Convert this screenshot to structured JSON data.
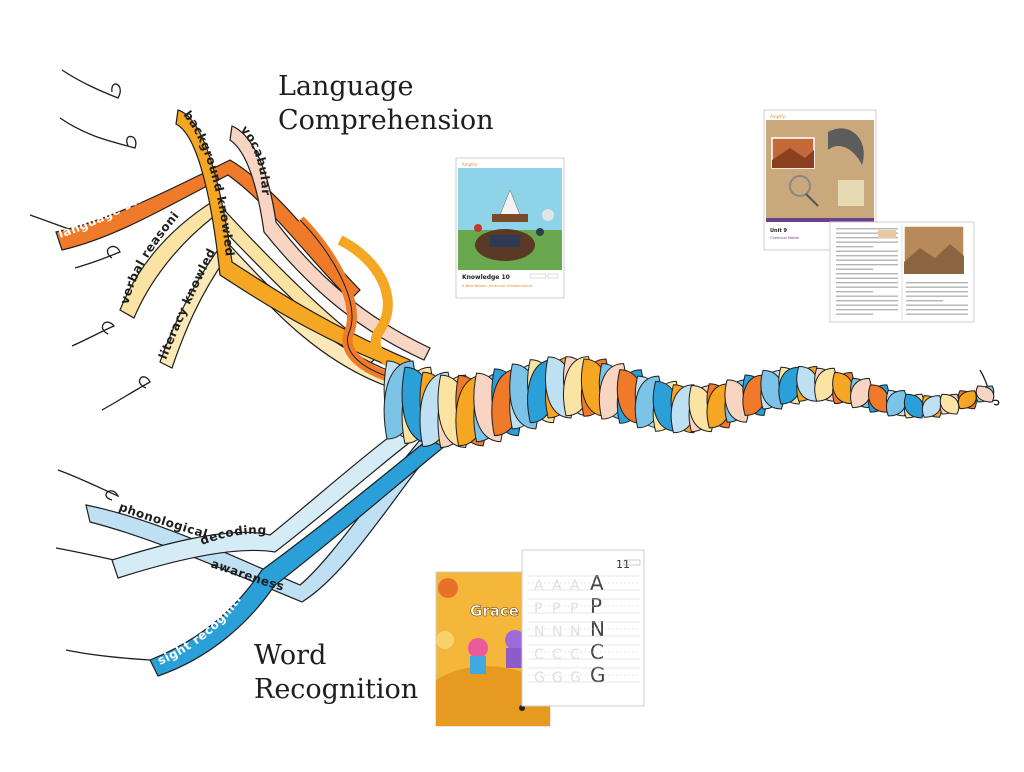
{
  "headings": {
    "language_comprehension": [
      "Language",
      "Comprehension"
    ],
    "word_recognition": [
      "Word",
      "Recognition"
    ]
  },
  "strands": {
    "language_comprehension": [
      {
        "label": "language structure",
        "color": "#ee7a2a"
      },
      {
        "label": "background knowledge",
        "color": "#f5a623"
      },
      {
        "label": "vocabulary",
        "color": "#f8d5c2"
      },
      {
        "label": "verbal reasoning",
        "color": "#fbe3a4"
      },
      {
        "label": "literacy knowledge",
        "color": "#fde8b8"
      }
    ],
    "word_recognition": [
      {
        "label": "phonological",
        "color": "#bfe0f2"
      },
      {
        "label": "awareness",
        "color": "#bfe0f2"
      },
      {
        "label": "decoding",
        "color": "#d5ebf6"
      },
      {
        "label": "sight recognition",
        "color": "#2a9fd8"
      }
    ]
  },
  "materials": {
    "knowledge_book": {
      "title": "Knowledge 10",
      "subtitle": "A New Nation: American Independence",
      "brand": "Amplify"
    },
    "unit_book": {
      "title": "Unit 9",
      "subtitle": "Chemical Matter",
      "brand": "Amplify"
    },
    "reader": {
      "title": "Grace"
    },
    "worksheet": {
      "page_number": "11",
      "letters": [
        "A",
        "P",
        "N",
        "C",
        "G"
      ]
    }
  },
  "colors": {
    "orange": "#ee7a2a",
    "gold": "#f5a623",
    "peach": "#f8d5c2",
    "cream": "#fbe3a4",
    "light_blue": "#bfe0f2",
    "mid_blue": "#7cc3e8",
    "blue": "#2a9fd8",
    "outline": "#1e1e1e"
  }
}
